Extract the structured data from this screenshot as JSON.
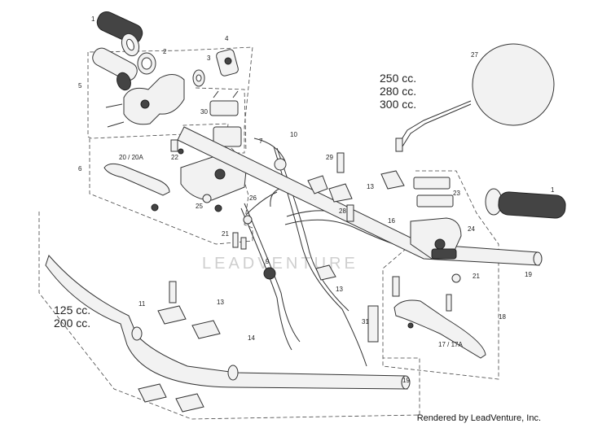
{
  "diagram": {
    "watermark": "LEADVENTURE",
    "credit": "Rendered by LeadVenture, Inc.",
    "engine_labels": {
      "top_right": [
        "250 cc.",
        "280 cc.",
        "300 cc."
      ],
      "bottom_left": [
        "125 cc.",
        "200 cc."
      ]
    },
    "callouts": {
      "grip_left": "1",
      "grip_right": "1",
      "ring": "2",
      "washer": "3",
      "switch_cover": "4",
      "left_switch": "5",
      "left_lever_group": "6",
      "clip": "7",
      "bolt_9": "9",
      "cable_10": "10",
      "clamp_11": "11",
      "clamps_13_a": "13",
      "clamps_13_b": "13",
      "clamps_13_c": "13",
      "tie_14": "14",
      "switch_16": "16",
      "lever_17": "17 / 17A",
      "right_group": "18",
      "handlebar_19_a": "19",
      "handlebar_19_b": "19",
      "lever_20": "20 / 20A",
      "screw_21_a": "21",
      "screw_21_b": "21",
      "part_22": "22",
      "part_23": "23",
      "part_24": "24",
      "part_25": "25",
      "part_26": "26",
      "mirror_27": "27",
      "screw_28": "28",
      "screw_29": "29",
      "reservoir_30": "30",
      "bracket_31": "31"
    }
  }
}
